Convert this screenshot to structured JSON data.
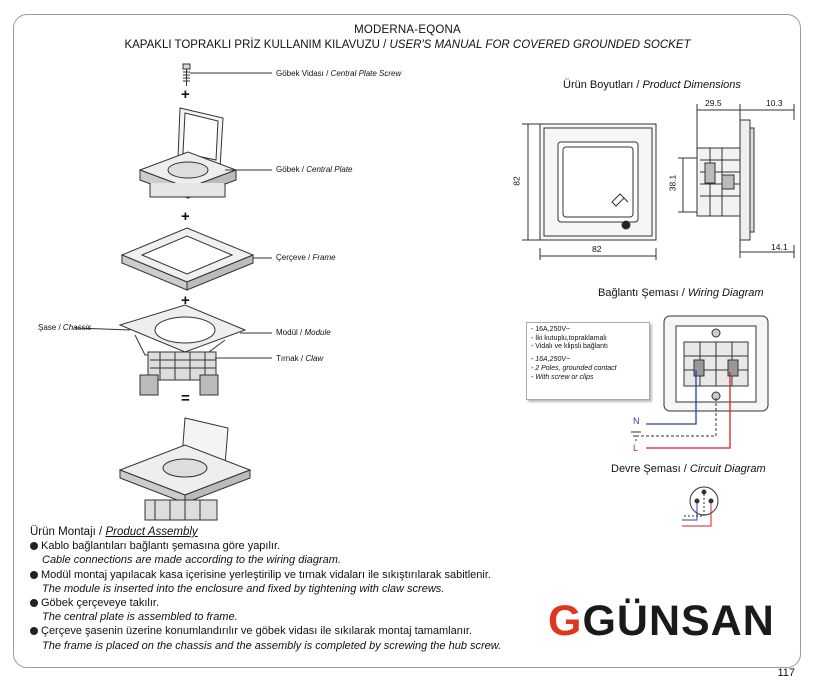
{
  "header": {
    "title": "MODERNA-EQONA",
    "subtitle_tr": "KAPAKLI TOPRAKLI PRİZ KULLANIM KILAVUZU /",
    "subtitle_en": "USER'S MANUAL FOR COVERED GROUNDED SOCKET"
  },
  "assembly_labels": {
    "screw_tr": "Göbek Vidası /",
    "screw_en": "Central Plate Screw",
    "plate_tr": "Göbek /",
    "plate_en": "Central Plate",
    "frame_tr": "Çerçeve /",
    "frame_en": "Frame",
    "chassis_tr": "Şase /",
    "chassis_en": "Chassis",
    "module_tr": "Modül /",
    "module_en": "Module",
    "claw_tr": "Tırnak /",
    "claw_en": "Claw",
    "plus": "+",
    "equals": "="
  },
  "dimensions": {
    "title_tr": "Ürün Boyutları /",
    "title_en": "Product Dimensions",
    "width": "82",
    "height": "82",
    "depth_a": "29.5",
    "depth_b": "10.3",
    "center_h": "38.1",
    "front_depth": "14.1"
  },
  "wiring": {
    "title_tr": "Bağlantı Şeması /",
    "title_en": "Wiring Diagram",
    "spec_tr": [
      "- 16A,250V~",
      "- İki kutuplu,topraklamalı",
      "- Vidalı ve klipsli bağlantı"
    ],
    "spec_en": [
      "- 16A,250V~",
      "- 2 Poles, grounded contact",
      "- With screw or clips"
    ],
    "wire_n": "N",
    "wire_l": "L",
    "color_neutral": "#2a3fb0",
    "color_line": "#d62020"
  },
  "circuit": {
    "title_tr": "Devre Şeması /",
    "title_en": "Circuit Diagram"
  },
  "product_assembly": {
    "heading_tr": "Ürün Montajı /",
    "heading_en": "Product Assembly",
    "steps": [
      {
        "tr": "Kablo bağlantıları bağlantı şemasına göre yapılır.",
        "en": "Cable connections are made according to the wiring diagram."
      },
      {
        "tr": "Modül montaj yapılacak kasa içerisine yerleştirilip ve tırnak vidaları ile sıkıştırılarak sabitlenir.",
        "en": "The module is inserted into the enclosure and fixed by tightening with claw screws."
      },
      {
        "tr": "Göbek çerçeveye takılır.",
        "en": "The central plate is assembled to frame."
      },
      {
        "tr": "Çerçeve şasenin üzerine konumlandırılır ve göbek vidası ile sıkılarak montaj tamamlanır.",
        "en": "The frame is placed on the chassis and the assembly is completed by screwing the hub screw."
      }
    ]
  },
  "brand": {
    "logo_mark": "G",
    "logo_text": "GÜNSAN",
    "accent": "#e0361f"
  },
  "page_number": "117"
}
